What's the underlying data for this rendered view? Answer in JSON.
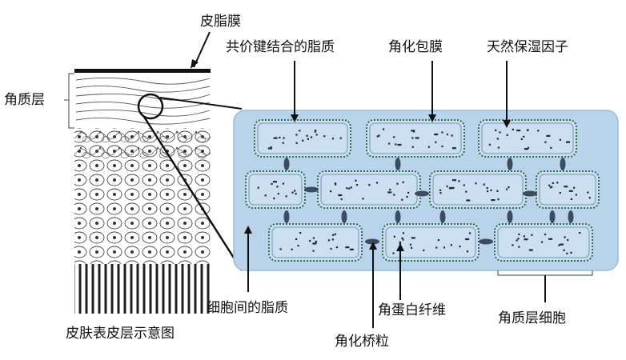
{
  "labels": {
    "sebum_film": "皮脂膜",
    "stratum_corneum": "角质层",
    "covalent_lipid": "共价键结合的脂质",
    "cornified_envelope": "角化包膜",
    "nmf": "天然保湿因子",
    "intercellular_lipid": "细胞间的脂质",
    "keratin_fiber": "角蛋白纤维",
    "corneocyte": "角质层细胞",
    "corneodesmosome": "角化桥粒",
    "epidermis_caption": "皮肤表皮层示意图"
  },
  "colors": {
    "matrix": "#b9d3ea",
    "matrix_edge": "#9cbcdc",
    "cell_fill": "#ccdff1",
    "cell_border": "#2e6e4e",
    "dots": "#1c2a3a",
    "connector": "#3c4c5e",
    "line": "#1a1a1a"
  },
  "icons": {
    "magnifier": "magnifier-circle-icon"
  }
}
